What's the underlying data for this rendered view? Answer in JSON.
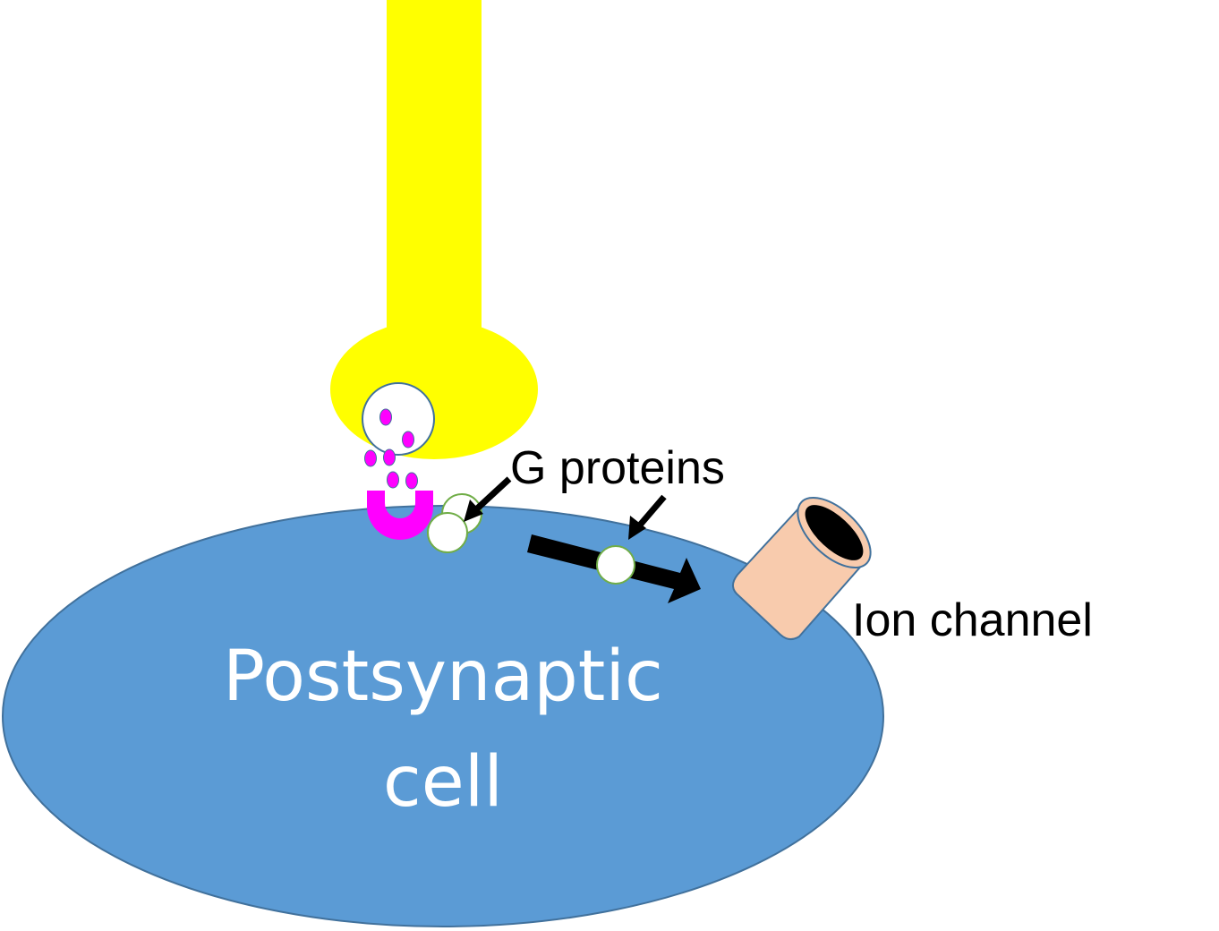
{
  "labels": {
    "g_proteins": "G proteins",
    "ion_channel": "Ion channel",
    "cell_line1": "Postsynaptic",
    "cell_line2": "cell"
  },
  "colors": {
    "presynaptic_terminal": "#ffff00",
    "postsynaptic_cell": "#5b9bd5",
    "cell_outline": "#41719c",
    "receptor": "#ff00ff",
    "neurotransmitter": "#ff00ff",
    "vesicle_outline": "#41719c",
    "g_protein_outline": "#70ad47",
    "ion_channel_body": "#f8cbad",
    "ion_channel_pore": "#000000",
    "arrow": "#000000"
  }
}
